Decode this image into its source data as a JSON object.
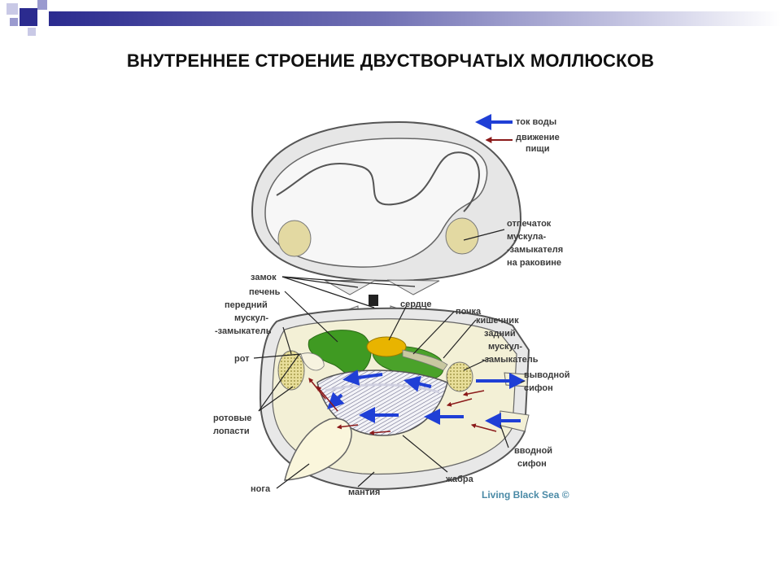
{
  "slide": {
    "title": "ВНУТРЕННЕЕ СТРОЕНИЕ ДВУСТВОРЧАТЫХ МОЛЛЮСКОВ"
  },
  "legend": {
    "water_flow": "ток воды",
    "food_movement_1": "движение",
    "food_movement_2": "пищи",
    "water_color": "#1f3fd6",
    "food_color": "#8b1a1a"
  },
  "labels": {
    "muscle_scar_1": "отпечаток",
    "muscle_scar_2": "мускула-",
    "muscle_scar_3": "-замыкателя",
    "muscle_scar_4": "на раковине",
    "hinge": "замок",
    "liver": "печень",
    "anterior_1": "передний",
    "anterior_2": "мускул-",
    "anterior_3": "-замыкатель",
    "mouth": "рот",
    "heart": "сердце",
    "kidney": "почка",
    "intestine": "кишечник",
    "posterior_1": "задний",
    "posterior_2": "мускул-",
    "posterior_3": "-замыкатель",
    "exhalant_1": "выводной",
    "exhalant_2": "сифон",
    "oral_lobes_1": "ротовые",
    "oral_lobes_2": "лопасти",
    "inhalant_1": "вводной",
    "inhalant_2": "сифон",
    "gill": "жабра",
    "foot": "нога",
    "mantle": "мантия"
  },
  "credit": "Living Black Sea ©",
  "colors": {
    "shell": "#e8e8e8",
    "body": "#f3f0d6",
    "liver": "#3f9a22",
    "heart": "#e8b400",
    "gill": "#8a8aa8",
    "muscle": "#e3d9a2"
  }
}
